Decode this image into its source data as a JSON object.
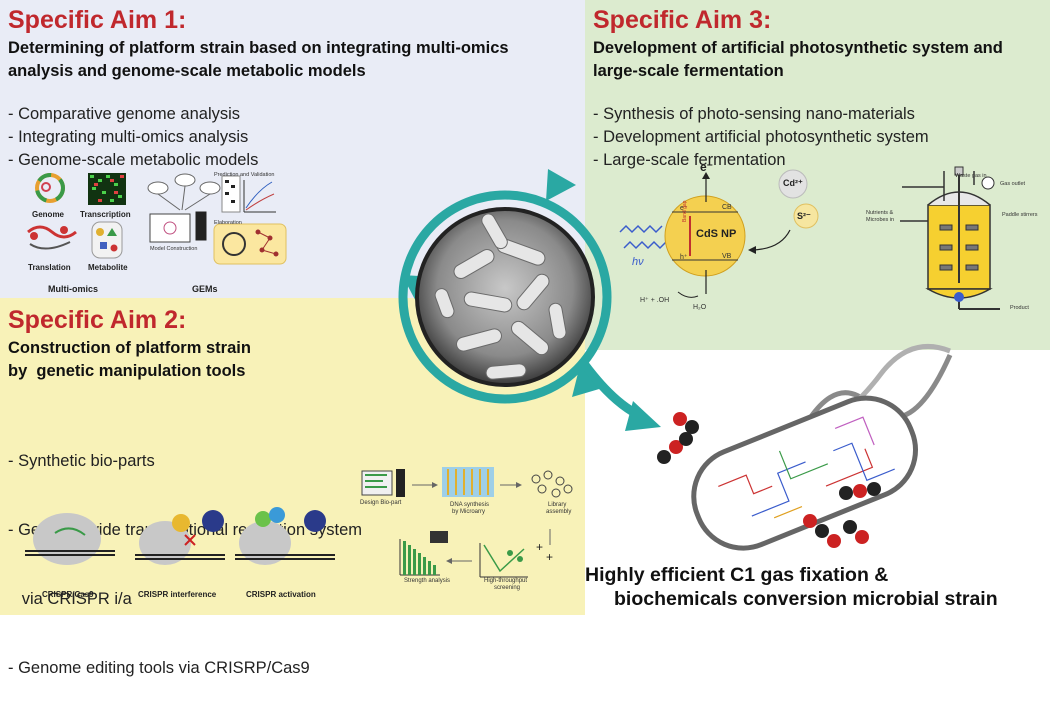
{
  "aim1": {
    "title": "Specific Aim 1:",
    "subtitle_line1": "Determining of platform strain based on integrating multi-omics",
    "subtitle_line2": "analysis and genome-scale metabolic models",
    "bullets": [
      "- Comparative genome analysis",
      "- Integrating multi-omics analysis",
      "- Genome-scale metabolic models"
    ],
    "icons": {
      "genome": "Genome",
      "transcription": "Transcription",
      "translation": "Translation",
      "metabolite": "Metabolite",
      "multiomics": "Multi-omics",
      "gems": "GEMs",
      "prediction": "Prediction and Validation",
      "model_construction": "Model Construction",
      "elaboration": "Elaboration"
    }
  },
  "aim2": {
    "title": "Specific Aim 2:",
    "subtitle_line1": "Construction of platform strain",
    "subtitle_line2": "by  genetic manipulation tools",
    "bullets": [
      "- Synthetic bio-parts",
      "- Genome-wide transcriptional regulation system",
      "   via CRISPR i/a",
      "- Genome editing tools via CRISRP/Cas9"
    ],
    "crispr": {
      "cas9": "CRISPR/Cas9",
      "interference": "CRISPR interference",
      "activation": "CRISPR activation"
    },
    "workflow": {
      "design": "Design Bio-part",
      "dna_synthesis_1": "DNA synthesis",
      "dna_synthesis_2": "by Microarry",
      "library_1": "Library",
      "library_2": "assembly",
      "strength": "Strength analysis",
      "hts_1": "High-throughput",
      "hts_2": "screening"
    }
  },
  "aim3": {
    "title": "Specific Aim 3:",
    "subtitle_line1": "Development of artificial photosynthetic system and",
    "subtitle_line2": "large-scale fermentation",
    "bullets": [
      "- Synthesis of photo-sensing nano-materials",
      "- Development artificial photosynthetic system",
      "- Large-scale fermentation"
    ],
    "photo": {
      "electron": "e⁻",
      "cd": "Cd²⁺",
      "s": "S²⁻",
      "cb": "CB",
      "vb": "VB",
      "np": "CdS NP",
      "hv": "hν",
      "e_small": "e⁻",
      "h_small": "h⁺",
      "band_gap": "Band gap",
      "products": "H⁺ + .OH",
      "water": "H₂O"
    },
    "reactor": {
      "waste": "Waste gas in",
      "outlet": "Gas outlet",
      "nutrients_1": "Nutrients &",
      "nutrients_2": "Microbes in",
      "stirrers": "Paddle stirrers",
      "product": "Product"
    }
  },
  "caption": {
    "line1": "Highly efficient C1 gas fixation &",
    "line2": "biochemicals conversion microbial strain"
  },
  "colors": {
    "aim_title": "#c0282d",
    "arrow_teal": "#2aa8a3",
    "panel1": "#e9ecf6",
    "panel2": "#f8f2b8",
    "panel3": "#dcebcf"
  }
}
